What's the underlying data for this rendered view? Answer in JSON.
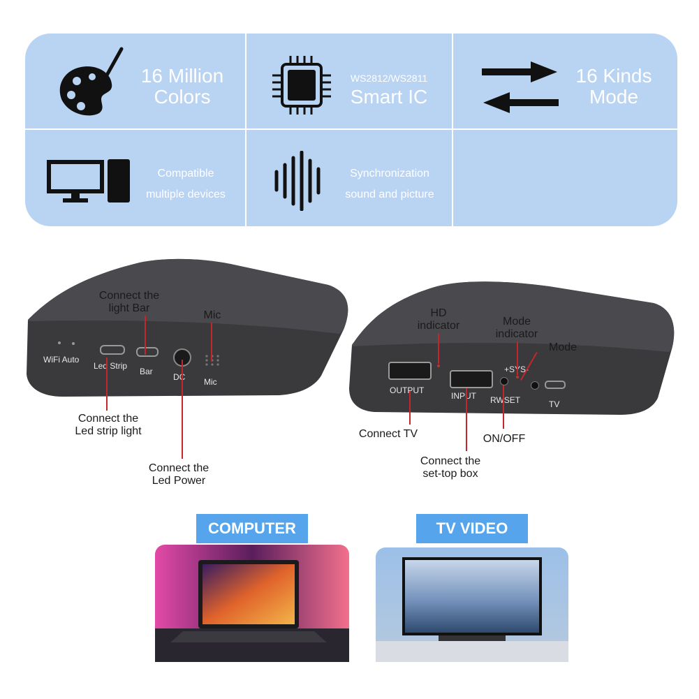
{
  "features": {
    "colors": {
      "line1": "16 Million",
      "line2": "Colors",
      "icon": "palette-icon"
    },
    "ic": {
      "small": "WS2812/WS2811",
      "big": "Smart IC",
      "icon": "chip-icon"
    },
    "mode": {
      "line1": "16 Kinds",
      "line2": "Mode",
      "icon": "arrows-icon"
    },
    "devices": {
      "line1": "Compatible",
      "line2": "multiple devices",
      "icon": "monitor-tower-icon"
    },
    "sync": {
      "line1": "Synchronization",
      "line2": "sound and picture",
      "icon": "sound-wave-icon"
    }
  },
  "left_device": {
    "ports": {
      "wifi": "WiFi Auto",
      "led_strip": "Led Strip",
      "bar": "Bar",
      "dc": "DC",
      "mic": "Mic"
    },
    "callouts": {
      "light_bar_1": "Connect the",
      "light_bar_2": "light Bar",
      "mic": "Mic",
      "strip_1": "Connect the",
      "strip_2": "Led strip light",
      "power_1": "Connect the",
      "power_2": "Led Power"
    }
  },
  "right_device": {
    "ports": {
      "output": "OUTPUT",
      "input": "INPUT",
      "rwset": "RWSET",
      "sys": "+SYS-",
      "tv": "TV"
    },
    "callouts": {
      "hd_1": "HD",
      "hd_2": "indicator",
      "mode_ind_1": "Mode",
      "mode_ind_2": "indicator",
      "mode": "Mode",
      "connect_tv": "Connect TV",
      "onoff": "ON/OFF",
      "stb_1": "Connect the",
      "stb_2": "set-top box"
    }
  },
  "scenes": {
    "computer": "COMPUTER",
    "tv_video": "TV VIDEO"
  },
  "colors": {
    "panel": "#b9d3f3",
    "badge": "#56a5ec",
    "callout_line": "#c3262b",
    "device": "#3d3d40"
  }
}
